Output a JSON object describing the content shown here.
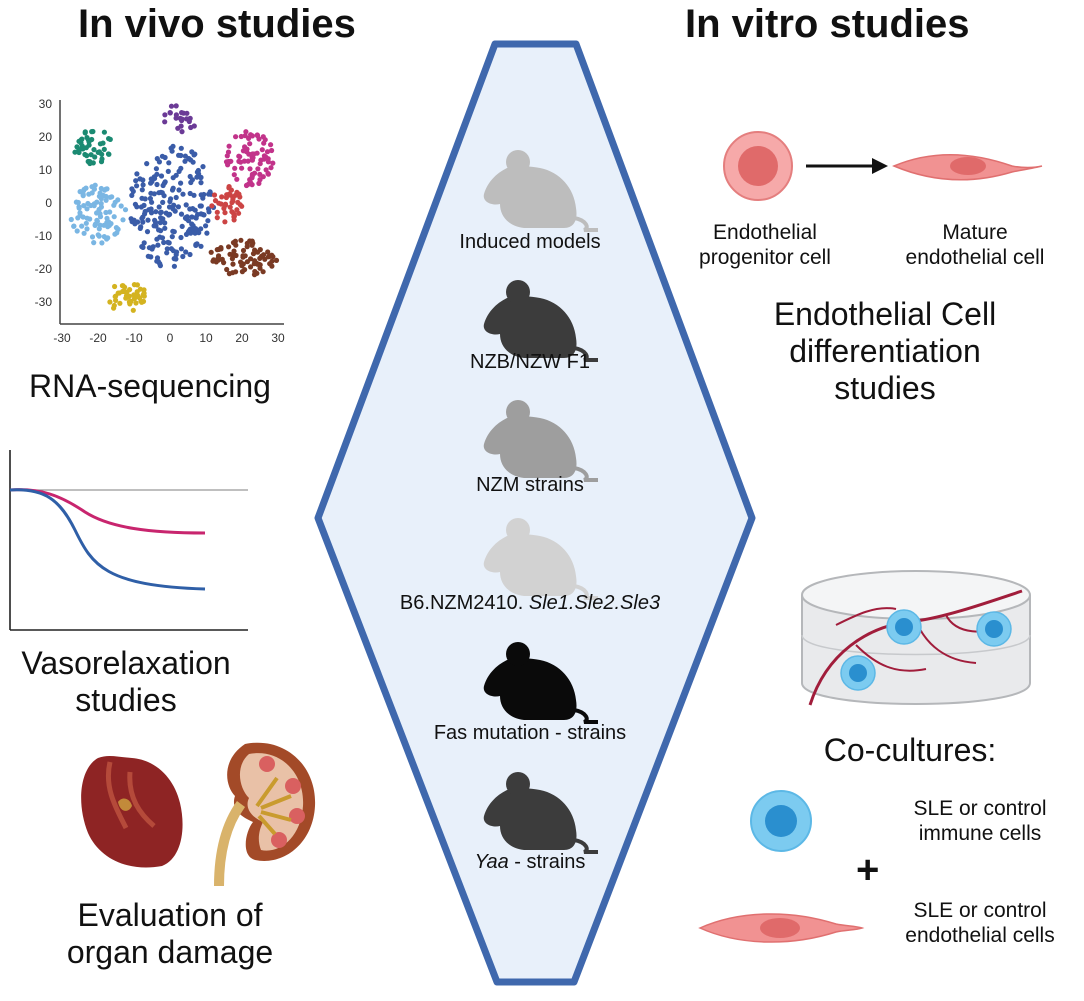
{
  "headings": {
    "in_vivo": "In vivo studies",
    "in_vitro": "In vitro studies"
  },
  "in_vivo": {
    "rna_label": "RNA-sequencing",
    "tsne_ticks_x": [
      "-30",
      "-20",
      "-10",
      "0",
      "10",
      "20",
      "30"
    ],
    "tsne_ticks_y": [
      "30",
      "20",
      "10",
      "0",
      "-10",
      "-20",
      "-30"
    ],
    "vaso_label": [
      "Vasorelaxation",
      "studies"
    ],
    "organ_label": [
      "Evaluation of",
      "organ damage"
    ]
  },
  "models": [
    {
      "text": "Induced models",
      "italic": "",
      "suffix": "",
      "color": "#bdbdbd"
    },
    {
      "text": "NZB/NZW F1",
      "italic": "",
      "suffix": "",
      "color": "#3c3c3c"
    },
    {
      "text": "NZM strains",
      "italic": "",
      "suffix": "",
      "color": "#9e9e9e"
    },
    {
      "text": "B6.NZM2410. ",
      "italic": "Sle1.Sle2.Sle3",
      "suffix": "",
      "color": "#d2d2d2"
    },
    {
      "text": "Fas mutation -  strains",
      "italic": "",
      "suffix": "",
      "color": "#0a0a0a"
    },
    {
      "text": "",
      "italic": "Yaa",
      "suffix": "  -  strains",
      "color": "#3c3c3c"
    }
  ],
  "in_vitro": {
    "epc_label": [
      "Endothelial",
      "progenitor cell"
    ],
    "mature_label": [
      "Mature",
      "endothelial cell"
    ],
    "diff_label": [
      "Endothelial Cell",
      "differentiation",
      "studies"
    ],
    "coculture_label": "Co-cultures:",
    "immune_label": [
      "SLE or control",
      "immune cells"
    ],
    "plus": "+",
    "endo_label": [
      "SLE or control",
      "endothelial cells"
    ]
  },
  "colors": {
    "hexagon_fill": "#e8f0fa",
    "hexagon_stroke": "#3f68ad",
    "line_pink": "#c8256e",
    "line_blue": "#2f5fa7",
    "cell_pink": "#f08c8c",
    "immune_blue": "#5cb8e6"
  }
}
